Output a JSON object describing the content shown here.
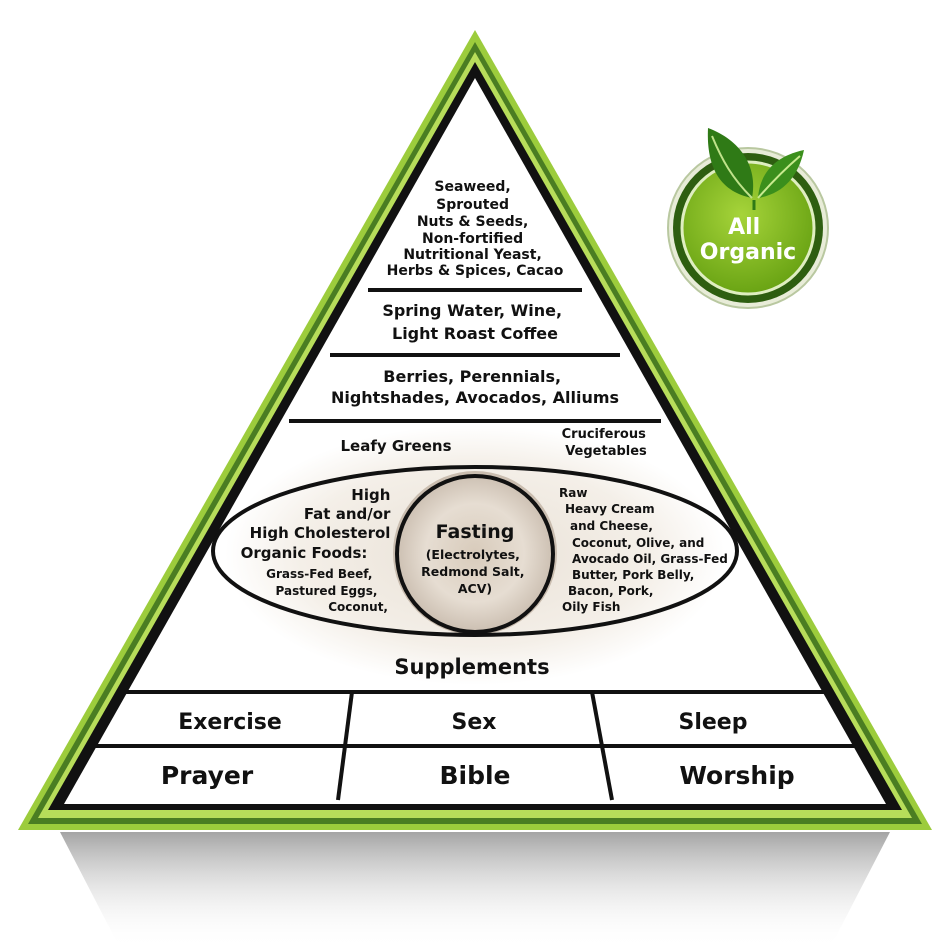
{
  "pyramid": {
    "top_lines": [
      "Seaweed,",
      "Sprouted",
      "Nuts & Seeds,",
      "Non-fortified",
      "Nutritional Yeast,",
      "Herbs & Spices, Cacao"
    ],
    "band2_lines": [
      "Spring Water, Wine,",
      "Light Roast Coffee"
    ],
    "band3_lines": [
      "Berries, Perennials,",
      "Nightshades, Avocados, Alliums"
    ],
    "leafy_greens": "Leafy Greens",
    "cruciferous_lines": [
      "Cruciferous",
      "Vegetables"
    ],
    "left_lines": [
      "High",
      "Fat and/or",
      "High Cholesterol",
      "Organic Foods:",
      "Grass-Fed Beef,",
      "Pastured Eggs,",
      "Coconut,"
    ],
    "right_lines": [
      "Raw",
      "Heavy Cream",
      "and Cheese,",
      "Coconut, Olive, and",
      "Avocado Oil, Grass-Fed",
      "Butter, Pork Belly,",
      "Bacon, Pork,",
      "Oily Fish"
    ],
    "fasting_title": "Fasting",
    "fasting_lines": [
      "(Electrolytes,",
      "Redmond Salt,",
      "ACV)"
    ],
    "supplements": "Supplements",
    "base_row1": [
      "Exercise",
      "Sex",
      "Sleep"
    ],
    "base_row2": [
      "Prayer",
      "Bible",
      "Worship"
    ]
  },
  "badge": {
    "lines": [
      "All",
      "Organic"
    ],
    "icon": "leaf-icon"
  },
  "colors": {
    "outer_green": "#4a7d22",
    "light_green": "#9ccc3c",
    "badge_green": "#7cb518",
    "badge_dark": "#2e5e10",
    "outline": "#111111"
  }
}
